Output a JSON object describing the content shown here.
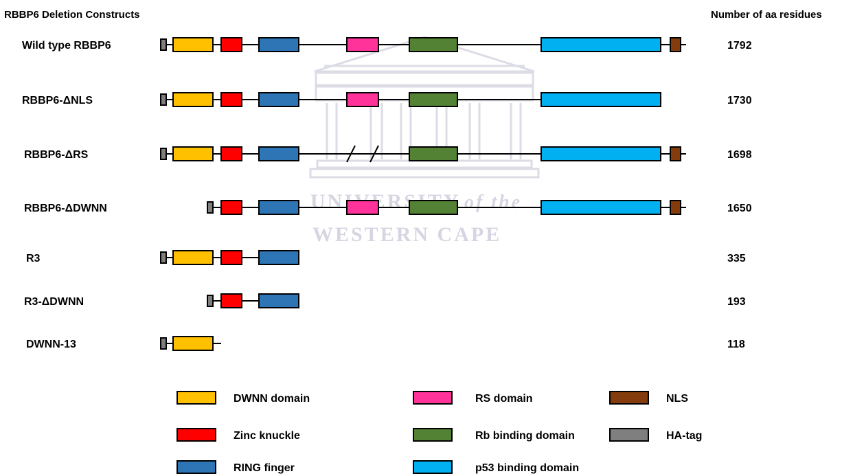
{
  "header": {
    "title": "RBBP6 Deletion Constructs",
    "count_header": "Number of aa residues"
  },
  "watermark": {
    "line1": "UNIVERSITY",
    "line1_italic": "of the",
    "line2": "WESTERN CAPE"
  },
  "colors": {
    "ha": "#7f7f7f",
    "dwnn": "#ffc000",
    "zinc": "#ff0000",
    "ring": "#2e75b6",
    "rs": "#ff3399",
    "rb": "#548235",
    "p53": "#00b0f0",
    "nls": "#843c0c"
  },
  "constructs": [
    {
      "name": "Wild type RBBP6",
      "count": "1792",
      "parts": [
        "ha",
        "dwnn",
        "zinc",
        "ring",
        "rs",
        "rb",
        "p53",
        "nls"
      ]
    },
    {
      "name": "RBBP6-ΔNLS",
      "count": "1730",
      "parts": [
        "ha",
        "dwnn",
        "zinc",
        "ring",
        "rs",
        "rb",
        "p53"
      ]
    },
    {
      "name": "RBBP6-ΔRS",
      "count": "1698",
      "parts": [
        "ha",
        "dwnn",
        "zinc",
        "ring",
        "rs-deleted",
        "rb",
        "p53",
        "nls"
      ]
    },
    {
      "name": "RBBP6-ΔDWNN",
      "count": "1650",
      "parts": [
        "ha",
        "zinc",
        "ring",
        "rs",
        "rb",
        "p53",
        "nls"
      ]
    },
    {
      "name": "R3",
      "count": "335",
      "parts": [
        "ha",
        "dwnn",
        "zinc",
        "ring"
      ]
    },
    {
      "name": "R3-ΔDWNN",
      "count": "193",
      "parts": [
        "ha",
        "zinc",
        "ring"
      ]
    },
    {
      "name": "DWNN-13",
      "count": "118",
      "parts": [
        "ha",
        "dwnn"
      ]
    }
  ],
  "legend": [
    {
      "key": "dwnn",
      "label": "DWNN domain"
    },
    {
      "key": "rs",
      "label": "RS domain"
    },
    {
      "key": "nls",
      "label": "NLS"
    },
    {
      "key": "zinc",
      "label": "Zinc knuckle"
    },
    {
      "key": "rb",
      "label": "Rb binding domain"
    },
    {
      "key": "ha",
      "label": "HA-tag"
    },
    {
      "key": "ring",
      "label": "RING finger"
    },
    {
      "key": "p53",
      "label": "p53 binding domain"
    }
  ]
}
